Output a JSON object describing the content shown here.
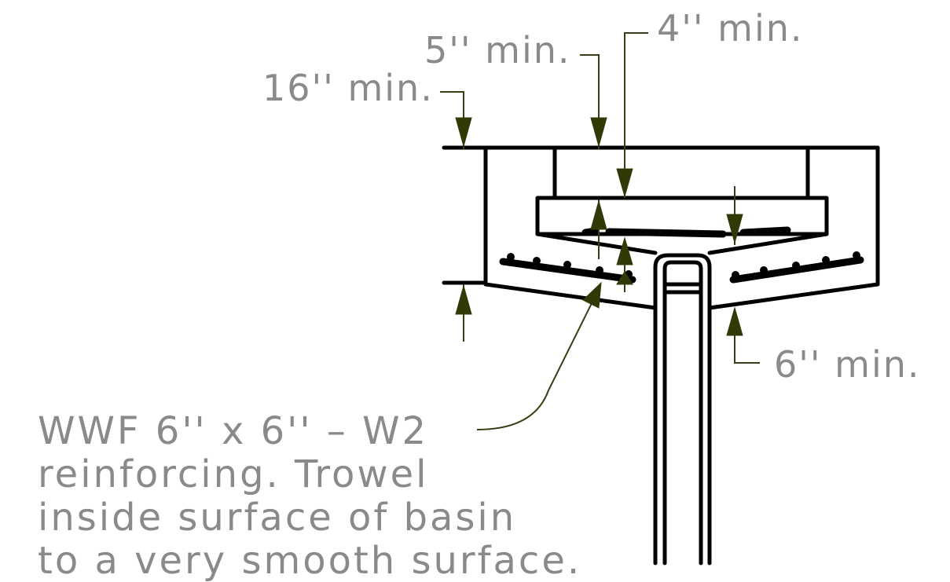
{
  "dimensions": {
    "top_slab_min": "16'' min.",
    "lid_recess_min": "5'' min.",
    "grate_recess_min": "4'' min.",
    "bottom_slab_min": "6'' min."
  },
  "note_lines": [
    "WWF 6'' x 6'' – W2",
    "reinforcing.  Trowel",
    "inside surface of basin",
    "to a very smooth surface."
  ],
  "colors": {
    "outline": "#000000",
    "dimension_line": "#3a3c12",
    "arrowhead": "#2f3a06",
    "text": "#8a8a8a"
  }
}
